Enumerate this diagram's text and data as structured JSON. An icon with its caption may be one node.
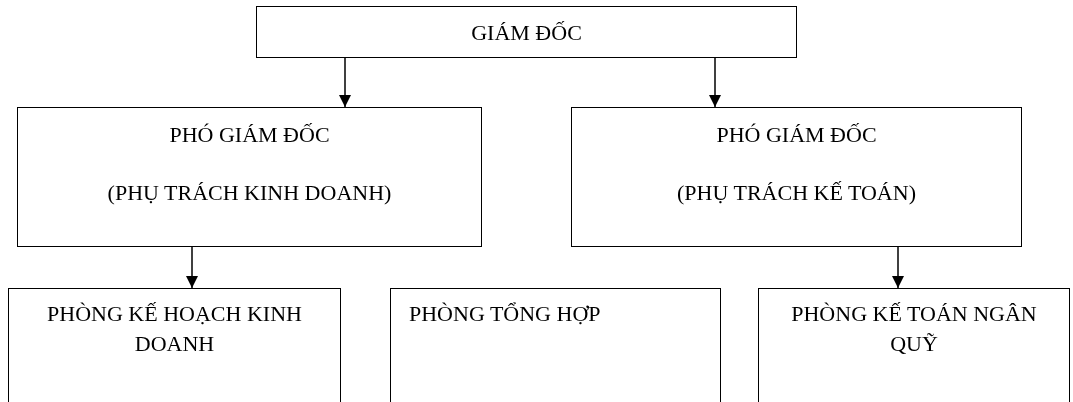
{
  "diagram": {
    "nodes": [
      {
        "text": [
          "GIÁM ĐỐC"
        ]
      },
      {
        "text": [
          "PHÓ GIÁM ĐỐC",
          "(PHỤ TRÁCH KINH DOANH)"
        ]
      },
      {
        "text": [
          "PHÓ GIÁM ĐỐC",
          "(PHỤ TRÁCH KẾ TOÁN)"
        ]
      },
      {
        "text": [
          "PHÒNG KẾ HOẠCH KINH DOANH"
        ]
      },
      {
        "text": [
          "PHÒNG TỔNG HỢP"
        ]
      },
      {
        "text": [
          "PHÒNG KẾ TOÁN NGÂN QUỸ"
        ]
      }
    ],
    "edges": [
      {
        "from": 0,
        "to": 1,
        "arrow": "to"
      },
      {
        "from": 0,
        "to": 2,
        "arrow": "to"
      },
      {
        "from": 1,
        "to": 3,
        "arrow": "to"
      },
      {
        "from": 2,
        "to": 5,
        "arrow": "to"
      }
    ]
  }
}
